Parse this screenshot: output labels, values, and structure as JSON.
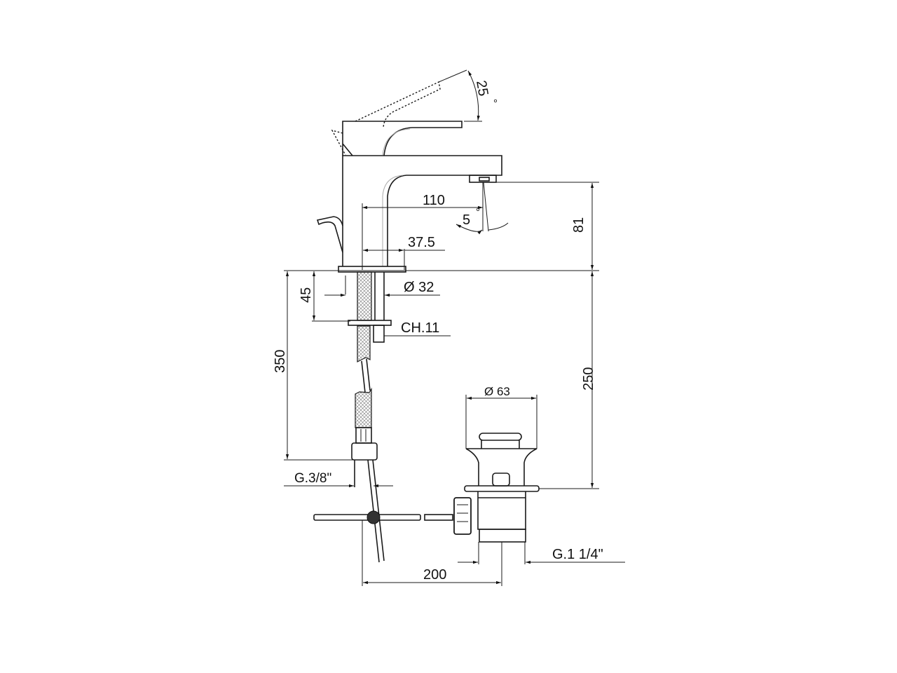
{
  "drawing": {
    "dimensions": {
      "lever_angle": "25",
      "lever_angle_unit": "°",
      "spout_reach": "110",
      "spout_angle": "5",
      "spout_angle_unit": "°",
      "spout_height": "81",
      "body_offset": "37.5",
      "shank_diameter": "Ø 32",
      "shank_length": "45",
      "nut_size": "CH.11",
      "hose_length": "350",
      "hose_thread": "G.3/8\"",
      "waste_height": "250",
      "waste_diameter": "Ø 63",
      "waste_thread": "G.1 1/4\"",
      "waste_distance": "200"
    }
  }
}
